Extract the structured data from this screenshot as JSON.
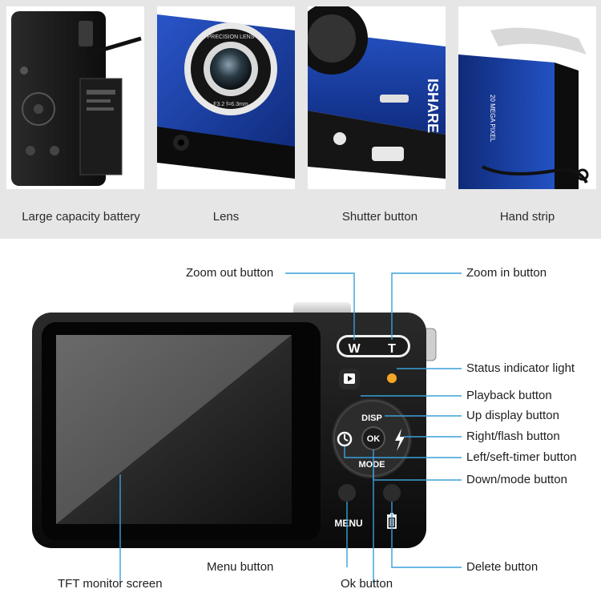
{
  "features": [
    {
      "caption": "Large capacity battery",
      "icon": "battery-photo"
    },
    {
      "caption": "Lens",
      "icon": "lens-photo"
    },
    {
      "caption": "Shutter button",
      "icon": "shutter-photo"
    },
    {
      "caption": "Hand strip",
      "icon": "strap-photo"
    }
  ],
  "photo_text": {
    "lens_ring_1": "PRECISION LENS",
    "lens_ring_2": "F3.2 f=6.3mm",
    "brand": "ISHARE",
    "megapixel": "20 MEGA PIXEL"
  },
  "camera": {
    "btn_w": "W",
    "btn_t": "T",
    "disp": "DISP",
    "ok": "OK",
    "mode": "MODE",
    "menu": "MENU"
  },
  "callouts": {
    "zoom_out": "Zoom out button",
    "zoom_in": "Zoom in button",
    "status": "Status indicator light",
    "playback": "Playback  button",
    "up_display": "Up display button",
    "right_flash": "Right/flash button",
    "left_timer": "Left/seft-timer button",
    "down_mode": "Down/mode button",
    "menu": "Menu button",
    "delete": "Delete button",
    "ok": "Ok button",
    "tft": "TFT monitor screen"
  },
  "colors": {
    "band": "#e6e6e6",
    "camera_blue": "#1c3fa4",
    "camera_body": "#111111",
    "leader": "#3aa0d8",
    "status_light": "#f5a623"
  }
}
